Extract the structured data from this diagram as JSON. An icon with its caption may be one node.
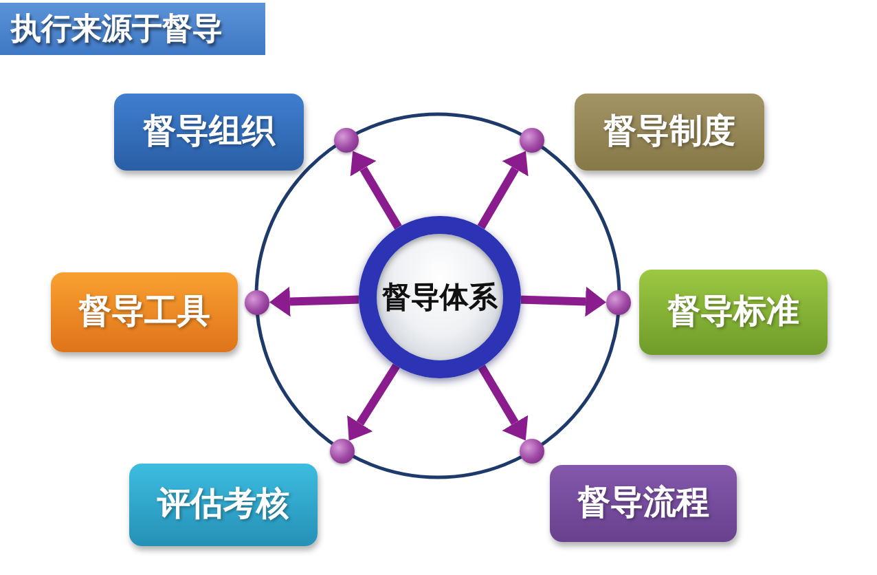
{
  "diagram": {
    "title": "执行来源于督导",
    "nodes": [
      {
        "text": [
          "督导体系"
        ]
      },
      {
        "text": [
          "督导组织"
        ]
      },
      {
        "text": [
          "督导制度"
        ]
      },
      {
        "text": [
          "督导工具"
        ]
      },
      {
        "text": [
          "督导标准"
        ]
      },
      {
        "text": [
          "评估考核"
        ]
      },
      {
        "text": [
          "督导流程"
        ]
      },
      {
        "text": [],
        "shape": "circle"
      },
      {
        "text": [],
        "shape": "circle"
      },
      {
        "text": [],
        "shape": "circle"
      },
      {
        "text": [],
        "shape": "circle"
      },
      {
        "text": [],
        "shape": "circle"
      },
      {
        "text": [],
        "shape": "circle"
      }
    ],
    "edges": [
      {
        "from": 0,
        "to": 7,
        "arrow": "to"
      },
      {
        "from": 0,
        "to": 8,
        "arrow": "to"
      },
      {
        "from": 0,
        "to": 9,
        "arrow": "to"
      },
      {
        "from": 0,
        "to": 10,
        "arrow": "to"
      },
      {
        "from": 0,
        "to": 11,
        "arrow": "to"
      },
      {
        "from": 0,
        "to": 12,
        "arrow": "to"
      }
    ]
  }
}
